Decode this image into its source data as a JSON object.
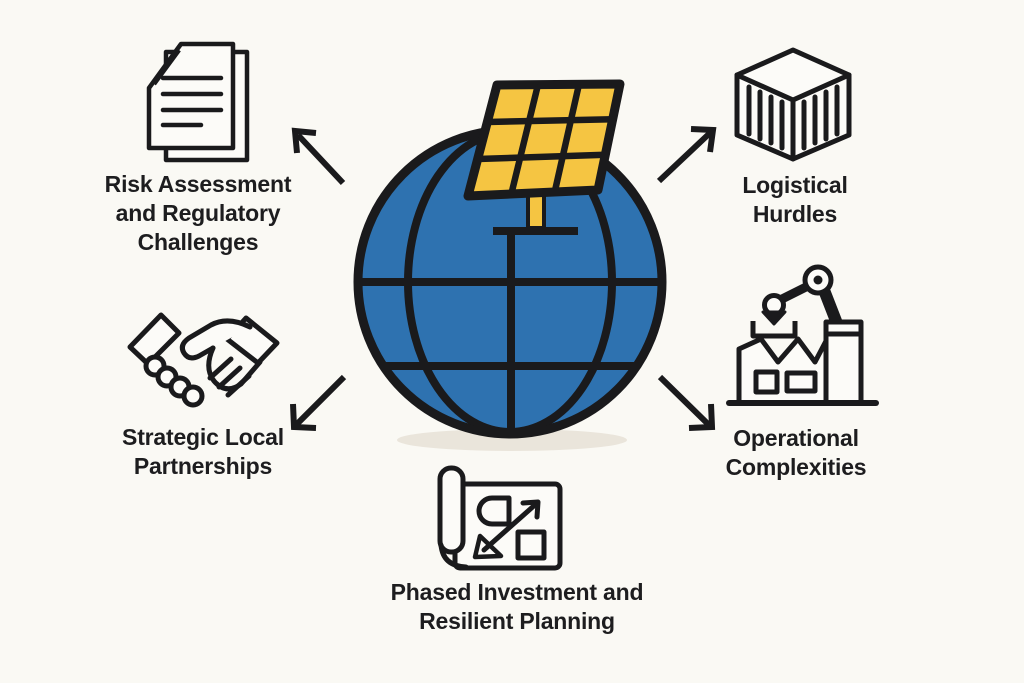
{
  "diagram_type": "hub-and-spoke infographic",
  "palette": {
    "background": "#FAF9F4",
    "line": "#1A1A1C",
    "globe_blue": "#2E72B0",
    "panel_yellow": "#F5C542",
    "shadow": "#EAE5DB",
    "text": "#1D1D1F",
    "paper_fill": "#FCFBF8"
  },
  "center": {
    "icon": "globe-with-solar-panel-icon",
    "elements": [
      "globe with grid lines",
      "tilted 3x3 solar panel on stand",
      "ground shadow"
    ]
  },
  "nodes": [
    {
      "id": "risk-assessment",
      "position": "top-left",
      "icon": "documents-icon",
      "arrow": "from-center-to-top-left",
      "label": "Risk Assessment and Regulatory Challenges",
      "lines": [
        "Risk Assessment",
        "and Regulatory",
        "Challenges"
      ]
    },
    {
      "id": "logistical-hurdles",
      "position": "top-right",
      "icon": "shipping-container-cube-icon",
      "arrow": "from-center-to-top-right",
      "label": "Logistical Hurdles",
      "lines": [
        "Logistical",
        "Hurdles"
      ]
    },
    {
      "id": "strategic-local-partnerships",
      "position": "middle-left",
      "icon": "handshake-icon",
      "arrow": "from-center-to-bottom-left",
      "label": "Strategic Local Partnerships",
      "lines": [
        "Strategic Local",
        "Partnerships"
      ]
    },
    {
      "id": "operational-complexities",
      "position": "middle-right",
      "icon": "factory-robot-arm-icon",
      "arrow": "from-center-to-bottom-right",
      "label": "Operational Complexities",
      "lines": [
        "Operational",
        "Complexities"
      ]
    },
    {
      "id": "phased-investment",
      "position": "bottom-center",
      "icon": "blueprint-plan-icon",
      "arrow": "none",
      "label": "Phased Investment and Resilient Planning",
      "lines": [
        "Phased Investment and",
        "Resilient Planning"
      ]
    }
  ]
}
